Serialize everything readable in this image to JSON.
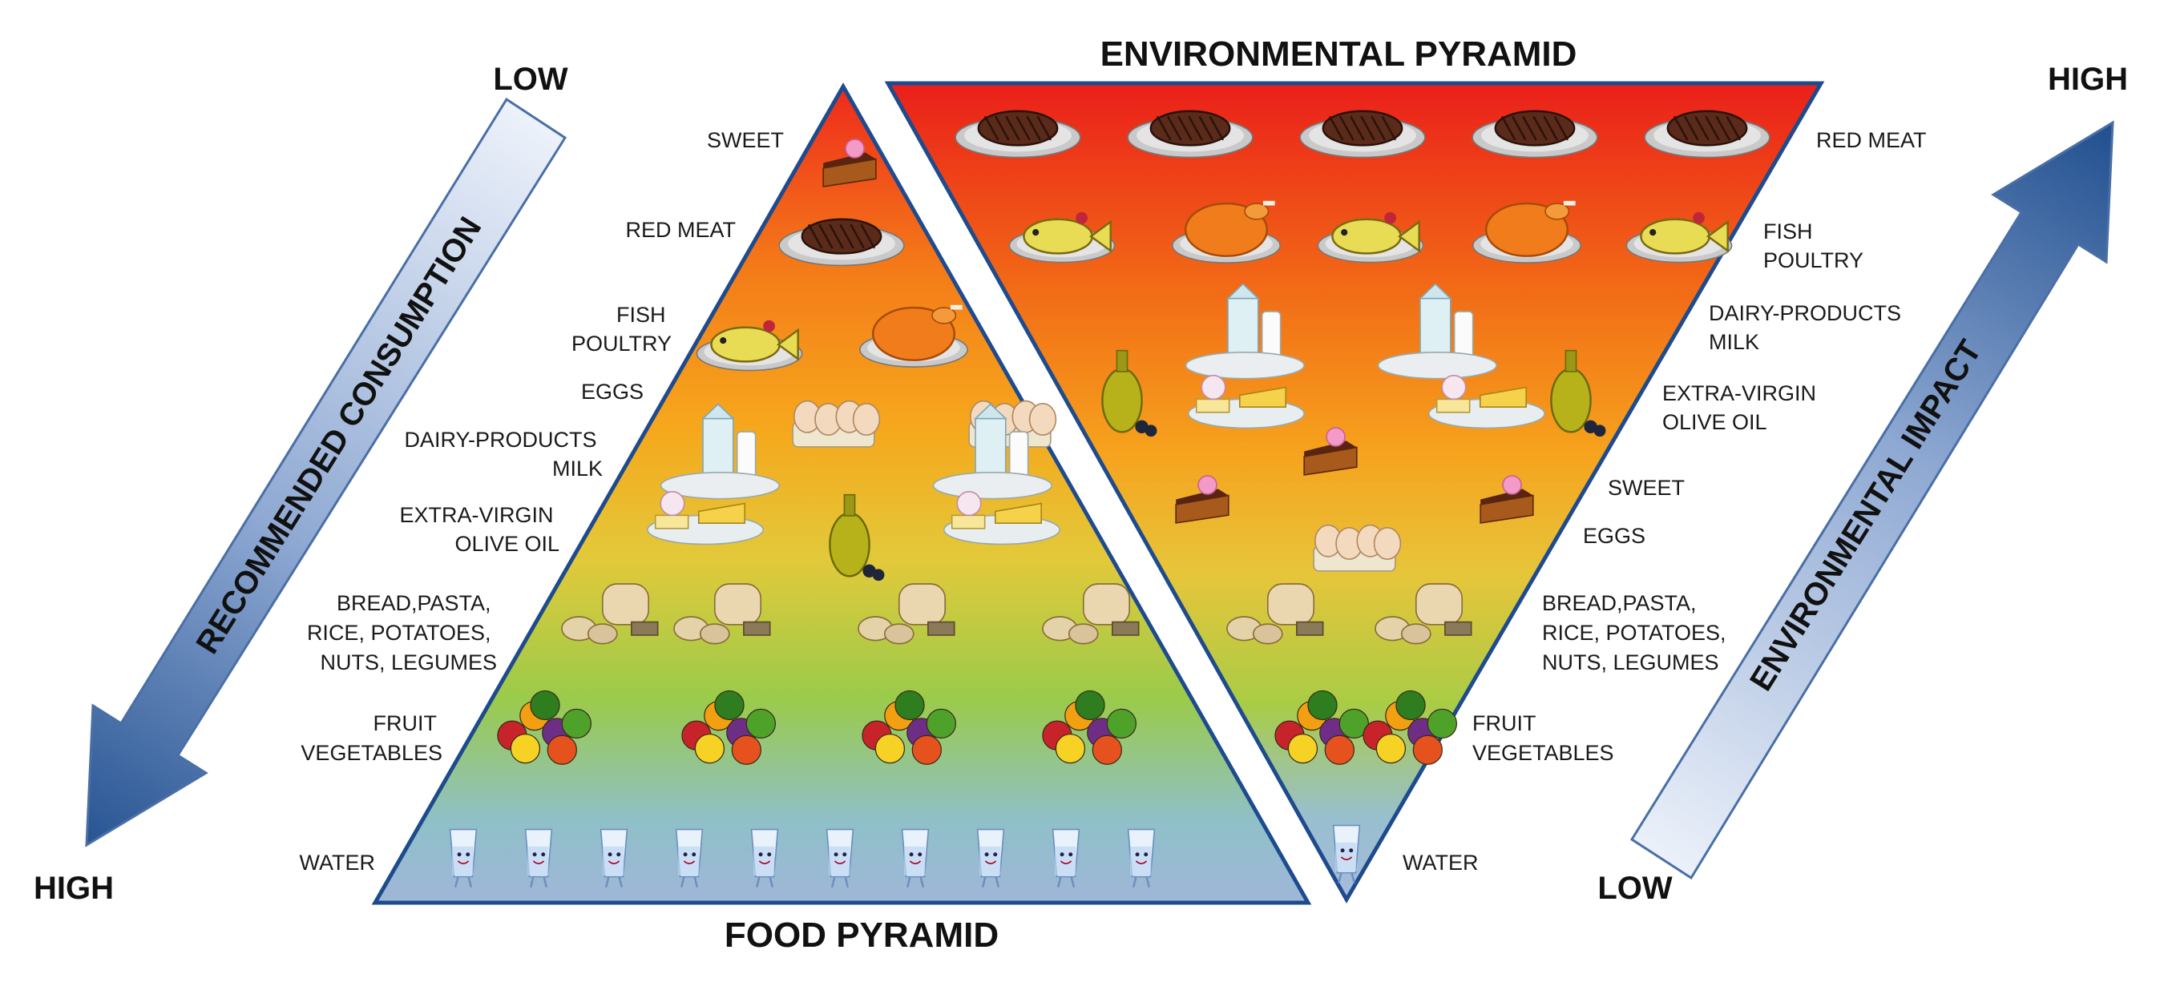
{
  "titles": {
    "environmental": "ENVIRONMENTAL PYRAMID",
    "food": "FOOD PYRAMID"
  },
  "left_arrow": {
    "text": "RECOMMENDED CONSUMPTION",
    "top_word": "LOW",
    "bottom_word": "HIGH"
  },
  "right_arrow": {
    "text": "ENVIRONMENTAL IMPACT",
    "top_word": "HIGH",
    "bottom_word": "LOW"
  },
  "food_pyramid": {
    "levels": [
      {
        "lines": [
          "SWEET"
        ],
        "icons": [
          "cake-icon"
        ]
      },
      {
        "lines": [
          "RED MEAT"
        ],
        "icons": [
          "steak-icon"
        ]
      },
      {
        "lines": [
          "FISH",
          "POULTRY"
        ],
        "icons": [
          "fish-icon",
          "chicken-icon"
        ]
      },
      {
        "lines": [
          "EGGS"
        ],
        "icons": [
          "eggs-icon",
          "eggs-icon"
        ]
      },
      {
        "lines": [
          "DAIRY-PRODUCTS",
          "MILK"
        ],
        "icons": [
          "milk-icon",
          "milk-icon"
        ]
      },
      {
        "lines": [
          "EXTRA-VIRGIN",
          "OLIVE OIL"
        ],
        "icons": [
          "cheese-icon",
          "olive-oil-icon",
          "cheese-icon"
        ]
      },
      {
        "lines": [
          "BREAD,PASTA,",
          "RICE, POTATOES,",
          "NUTS, LEGUMES"
        ],
        "icons": [
          "bread-icon",
          "bread-icon",
          "bread-icon",
          "bread-icon"
        ]
      },
      {
        "lines": [
          "FRUIT",
          "VEGETABLES"
        ],
        "icons": [
          "fruit-icon",
          "fruit-icon",
          "fruit-icon",
          "fruit-icon"
        ]
      },
      {
        "lines": [
          "WATER"
        ],
        "icons": [
          "water-glass-icon",
          "water-glass-icon",
          "water-glass-icon",
          "water-glass-icon",
          "water-glass-icon",
          "water-glass-icon",
          "water-glass-icon",
          "water-glass-icon",
          "water-glass-icon",
          "water-glass-icon"
        ]
      }
    ]
  },
  "environmental_pyramid": {
    "levels": [
      {
        "lines": [
          "RED MEAT"
        ],
        "icons": [
          "steak-icon",
          "steak-icon",
          "steak-icon",
          "steak-icon",
          "steak-icon"
        ]
      },
      {
        "lines": [
          "FISH",
          "POULTRY"
        ],
        "icons": [
          "fish-icon",
          "chicken-icon",
          "fish-icon",
          "chicken-icon",
          "fish-icon"
        ]
      },
      {
        "lines": [
          "DAIRY-PRODUCTS",
          "MILK"
        ],
        "icons": [
          "milk-icon",
          "milk-icon"
        ]
      },
      {
        "lines": [
          "EXTRA-VIRGIN",
          "OLIVE OIL"
        ],
        "icons": [
          "olive-oil-icon",
          "cheese-icon",
          "cheese-icon",
          "olive-oil-icon"
        ]
      },
      {
        "lines": [
          "SWEET"
        ],
        "icons": [
          "cake-icon",
          "cake-icon",
          "cake-icon"
        ]
      },
      {
        "lines": [
          "EGGS"
        ],
        "icons": [
          "eggs-icon"
        ]
      },
      {
        "lines": [
          "BREAD,PASTA,",
          "RICE, POTATOES,",
          "NUTS, LEGUMES"
        ],
        "icons": [
          "bread-icon",
          "bread-icon"
        ]
      },
      {
        "lines": [
          "FRUIT",
          "VEGETABLES"
        ],
        "icons": [
          "fruit-icon",
          "fruit-icon"
        ]
      },
      {
        "lines": [
          "WATER"
        ],
        "icons": [
          "water-glass-icon"
        ]
      }
    ]
  },
  "colors": {
    "food_gradient": [
      "#ee2a1c",
      "#f47a18",
      "#f6a81c",
      "#e2c93a",
      "#9acb4a",
      "#8fc0c8",
      "#9fb6d8"
    ],
    "env_gradient": [
      "#ea1f1a",
      "#f26a16",
      "#f6a21d",
      "#e7c53a",
      "#a9cc45",
      "#98bfcf",
      "#a7badb"
    ],
    "arrow_dark": "#1f4e8e",
    "arrow_light": "#eef3fb"
  }
}
